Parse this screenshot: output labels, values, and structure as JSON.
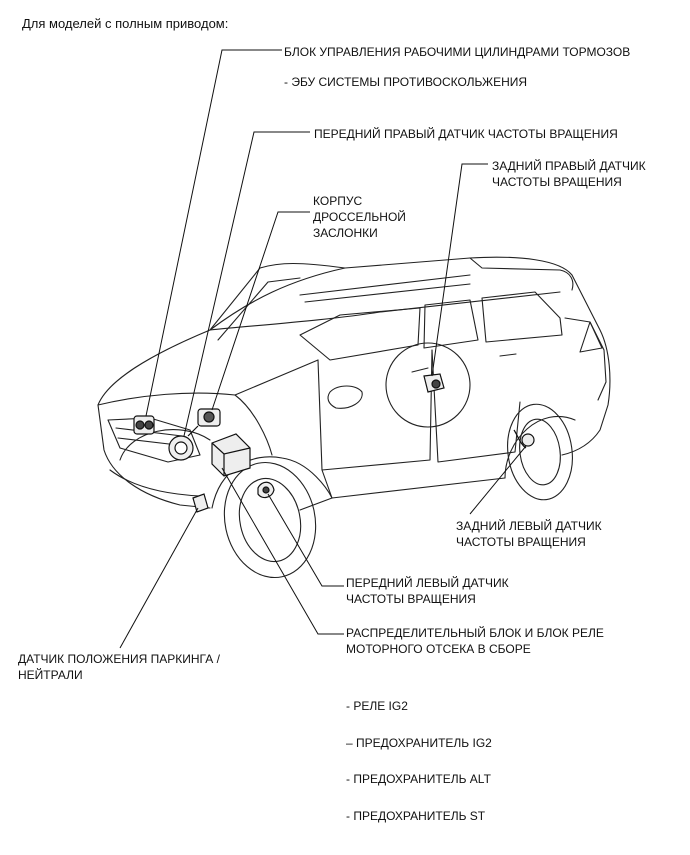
{
  "heading": "Для моделей с полным приводом:",
  "labels": {
    "brake_ecu_line1": "БЛОК УПРАВЛЕНИЯ РАБОЧИМИ ЦИЛИНДРАМИ ТОРМОЗОВ",
    "brake_ecu_line2": "- ЭБУ СИСТЕМЫ ПРОТИВОСКОЛЬЖЕНИЯ",
    "front_right_sensor": "ПЕРЕДНИЙ ПРАВЫЙ ДАТЧИК ЧАСТОТЫ ВРАЩЕНИЯ",
    "rear_right_sensor_line1": "ЗАДНИЙ ПРАВЫЙ ДАТЧИК",
    "rear_right_sensor_line2": "ЧАСТОТЫ ВРАЩЕНИЯ",
    "throttle_line1": "КОРПУС",
    "throttle_line2": "ДРОССЕЛЬНОЙ",
    "throttle_line3": "ЗАСЛОНКИ",
    "rear_left_sensor_line1": "ЗАДНИЙ ЛЕВЫЙ ДАТЧИК",
    "rear_left_sensor_line2": "ЧАСТОТЫ ВРАЩЕНИЯ",
    "front_left_sensor_line1": "ПЕРЕДНИЙ ЛЕВЫЙ ДАТЧИК",
    "front_left_sensor_line2": "ЧАСТОТЫ ВРАЩЕНИЯ",
    "relay_block_line1": "РАСПРЕДЕЛИТЕЛЬНЫЙ БЛОК И БЛОК РЕЛЕ",
    "relay_block_line2": "МОТОРНОГО ОТСЕКА В СБОРЕ",
    "park_sensor_line1": "ДАТЧИК ПОЛОЖЕНИЯ ПАРКИНГА /",
    "park_sensor_line2": "НЕЙТРАЛИ",
    "relay_ig2": "- РЕЛЕ IG2",
    "fuse_ig2": "– ПРЕДОХРАНИТЕЛЬ IG2",
    "fuse_alt": "- ПРЕДОХРАНИТЕЛЬ ALT",
    "fuse_st": "- ПРЕДОХРАНИТЕЛЬ ST"
  }
}
